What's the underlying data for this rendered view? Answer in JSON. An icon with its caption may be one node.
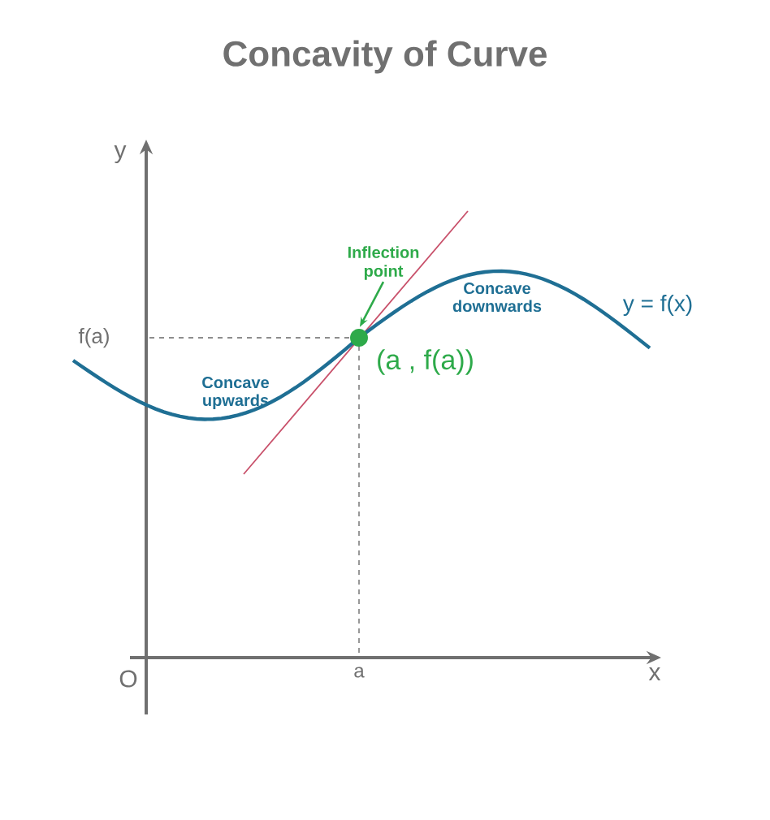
{
  "diagram": {
    "title": "Concavity of Curve",
    "nodes": [
      {
        "text": [
          "Inflection point"
        ]
      },
      {
        "text": [],
        "shape": "circle",
        "beside": [
          "(a , f(a))"
        ]
      }
    ],
    "edges": [
      {
        "from": 0,
        "to": 1,
        "arrow": "to"
      }
    ],
    "labels": [
      "y",
      "f(a)",
      "Concave upwards",
      "Concave downwards",
      "y = f(x)",
      "O",
      "a",
      "x"
    ]
  }
}
